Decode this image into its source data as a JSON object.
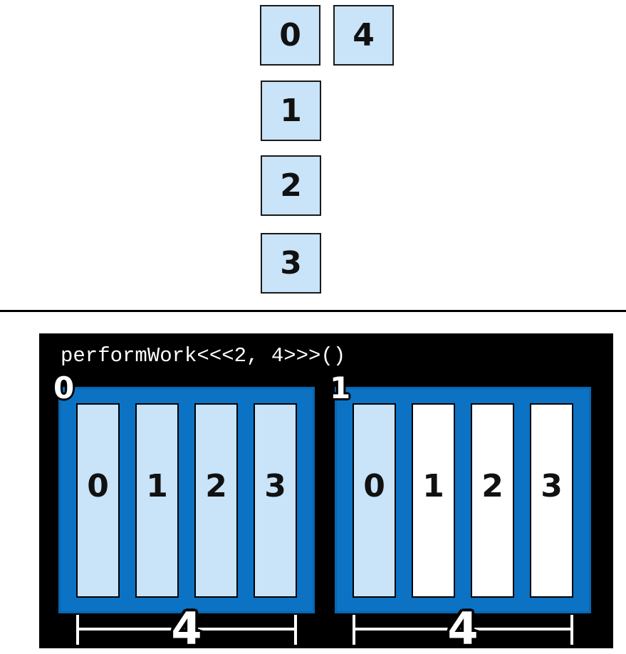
{
  "top_sequence": {
    "column_boxes": [
      "0",
      "1",
      "2",
      "3"
    ],
    "side_box": "4"
  },
  "panel": {
    "code": "performWork<<<2, 4>>>()",
    "blocks": [
      {
        "label": "0",
        "ruler_label": "4",
        "threads": [
          {
            "label": "0",
            "highlighted": true
          },
          {
            "label": "1",
            "highlighted": true
          },
          {
            "label": "2",
            "highlighted": true
          },
          {
            "label": "3",
            "highlighted": true
          }
        ]
      },
      {
        "label": "1",
        "ruler_label": "4",
        "threads": [
          {
            "label": "0",
            "highlighted": true
          },
          {
            "label": "1",
            "highlighted": false
          },
          {
            "label": "2",
            "highlighted": false
          },
          {
            "label": "3",
            "highlighted": false
          }
        ]
      }
    ]
  },
  "colors": {
    "thread_highlight": "#c9e3f8",
    "thread_empty": "#ffffff",
    "block_fill": "#0b72c4",
    "panel_background": "#000000",
    "label_text": "#ffffff",
    "outline": "#000000"
  }
}
